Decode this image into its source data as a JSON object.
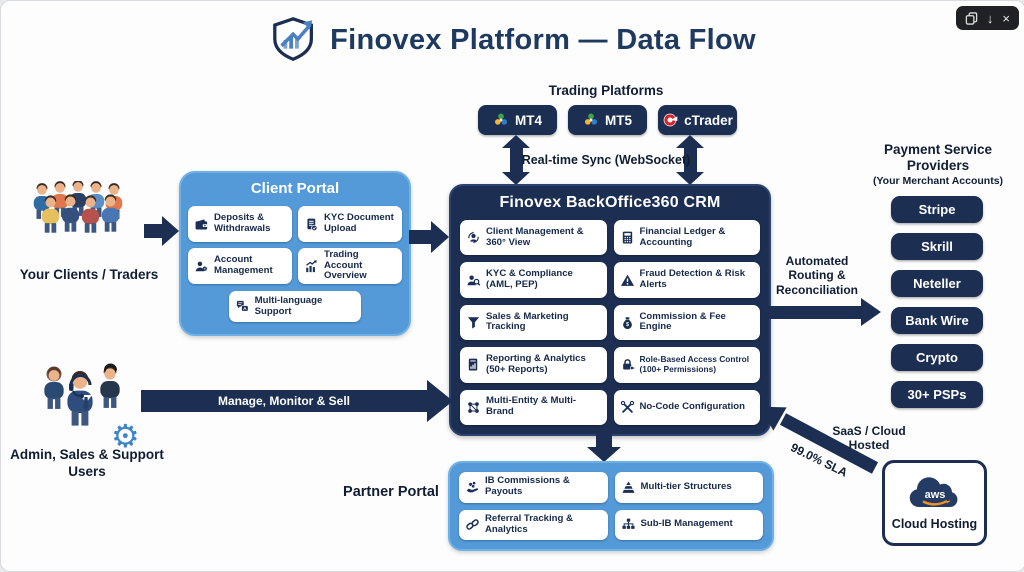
{
  "window_controls": {
    "copy_icon": "copy",
    "download_glyph": "↓",
    "close_glyph": "×"
  },
  "header": {
    "title": "Finovex Platform — Data Flow",
    "logo": "shield-growth-logo"
  },
  "trading": {
    "label": "Trading Platforms",
    "platforms": [
      {
        "label": "MT4",
        "icon": "metatrader-icon"
      },
      {
        "label": "MT5",
        "icon": "metatrader-icon"
      },
      {
        "label": "cTrader",
        "icon": "ctrader-icon"
      }
    ],
    "sync_label": "Real-time Sync (WebSocket)"
  },
  "clients": {
    "label": "Your Clients / Traders"
  },
  "client_portal": {
    "title": "Client Portal",
    "items": [
      {
        "label": "Deposits & Withdrawals",
        "icon": "wallet-icon"
      },
      {
        "label": "KYC Document Upload",
        "icon": "document-check-icon"
      },
      {
        "label": "Account Management",
        "icon": "user-gear-icon"
      },
      {
        "label": "Trading Account Overview",
        "icon": "chart-growth-icon"
      },
      {
        "label": "Multi-language Support",
        "icon": "translate-icon"
      }
    ]
  },
  "crm": {
    "title": "Finovex BackOffice360 CRM",
    "items": [
      {
        "label": "Client Management & 360° View",
        "icon": "user-sync-icon"
      },
      {
        "label": "Financial Ledger & Accounting",
        "icon": "calculator-icon"
      },
      {
        "label": "KYC & Compliance (AML, PEP)",
        "icon": "user-search-icon"
      },
      {
        "label": "Fraud Detection & Risk Alerts",
        "icon": "warning-icon"
      },
      {
        "label": "Sales & Marketing Tracking",
        "icon": "funnel-icon"
      },
      {
        "label": "Commission & Fee Engine",
        "icon": "money-bag-icon"
      },
      {
        "label": "Reporting & Analytics (50+ Reports)",
        "icon": "report-icon"
      },
      {
        "label": "Role-Based Access Control (100+ Permissions)",
        "icon": "lock-key-icon"
      },
      {
        "label": "Multi-Entity & Multi-Brand",
        "icon": "network-icon"
      },
      {
        "label": "No-Code Configuration",
        "icon": "wrench-icon"
      }
    ]
  },
  "psp": {
    "title": "Payment Service Providers",
    "subtitle": "(Your Merchant Accounts)",
    "providers": [
      "Stripe",
      "Skrill",
      "Neteller",
      "Bank Wire",
      "Crypto",
      "30+ PSPs"
    ]
  },
  "routing": {
    "label": "Automated Routing & Reconciliation"
  },
  "admin": {
    "label": "Admin, Sales & Support Users",
    "arrow_label": "Manage, Monitor & Sell"
  },
  "partner_portal": {
    "label": "Partner Portal",
    "items": [
      {
        "label": "IB Commissions & Payouts",
        "icon": "coins-hand-icon"
      },
      {
        "label": "Multi-tier Structures",
        "icon": "pyramid-icon"
      },
      {
        "label": "Referral Tracking & Analytics",
        "icon": "link-icon"
      },
      {
        "label": "Sub-IB Management",
        "icon": "hierarchy-icon"
      }
    ]
  },
  "cloud": {
    "aws_label": "aws",
    "box_label": "Cloud Hosting",
    "hosted_label": "SaaS / Cloud Hosted",
    "sla_label": "99.0% SLA"
  },
  "colors": {
    "navy": "#1c2f52",
    "blue": "#549ad8",
    "title": "#1f3a60",
    "aws-orange": "#f19322",
    "ctrader-red": "#d8232a",
    "mt-green": "#3fa34d",
    "mt-yellow": "#f2b632",
    "mt-blue": "#2f7fd0"
  }
}
